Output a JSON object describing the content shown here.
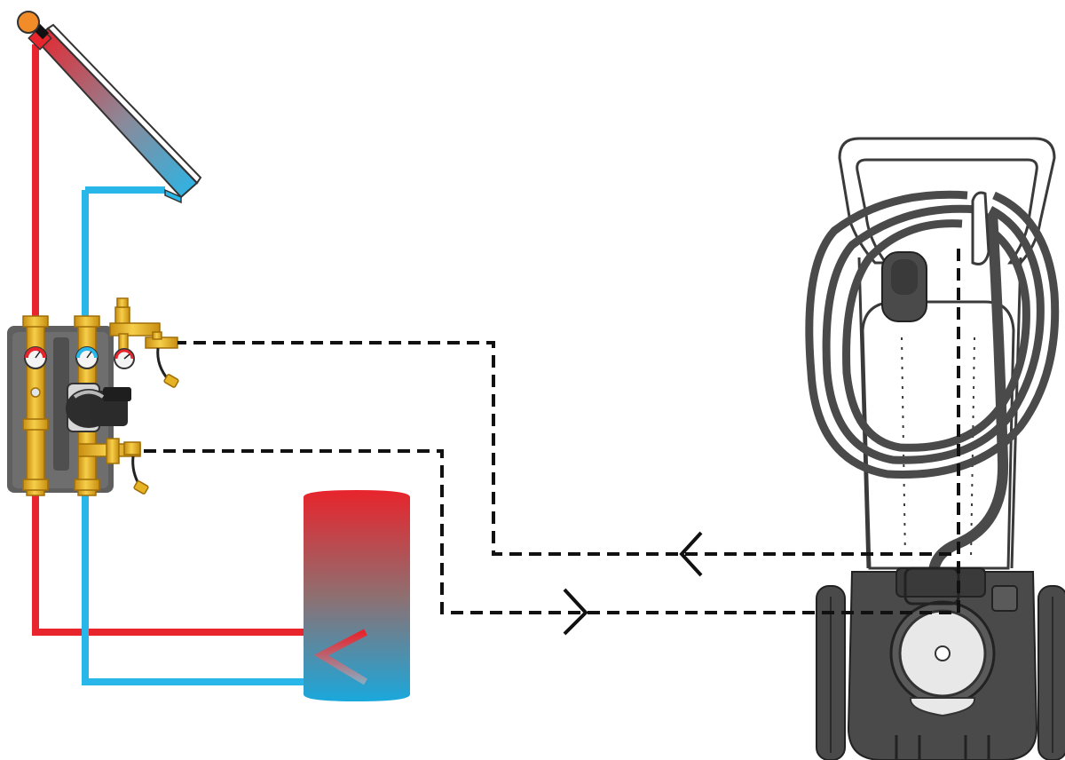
{
  "diagram": {
    "colors": {
      "hot": "#e8242c",
      "cold": "#29b6e8",
      "brass": "#e6b325",
      "station_body": "#5a5a5a",
      "dashed_line": "#111111",
      "machine_outline": "#3a3a3a",
      "machine_fill": "#ffffff",
      "machine_dark": "#4a4a4a",
      "collector_sensor": "#f28c28"
    },
    "components": [
      {
        "id": "solar-collector",
        "icon": "solar-collector-panel"
      },
      {
        "id": "pump-station",
        "icon": "solar-pump-group"
      },
      {
        "id": "storage-tank",
        "icon": "hot-water-cylinder"
      },
      {
        "id": "filling-unit",
        "icon": "mobile-flushing-filling-cart"
      }
    ],
    "flows": [
      {
        "from": "filling-unit",
        "to": "pump-station",
        "line": "dashed",
        "arrow": "toward-station"
      },
      {
        "from": "pump-station",
        "to": "filling-unit",
        "line": "dashed",
        "arrow": "toward-unit"
      }
    ]
  }
}
